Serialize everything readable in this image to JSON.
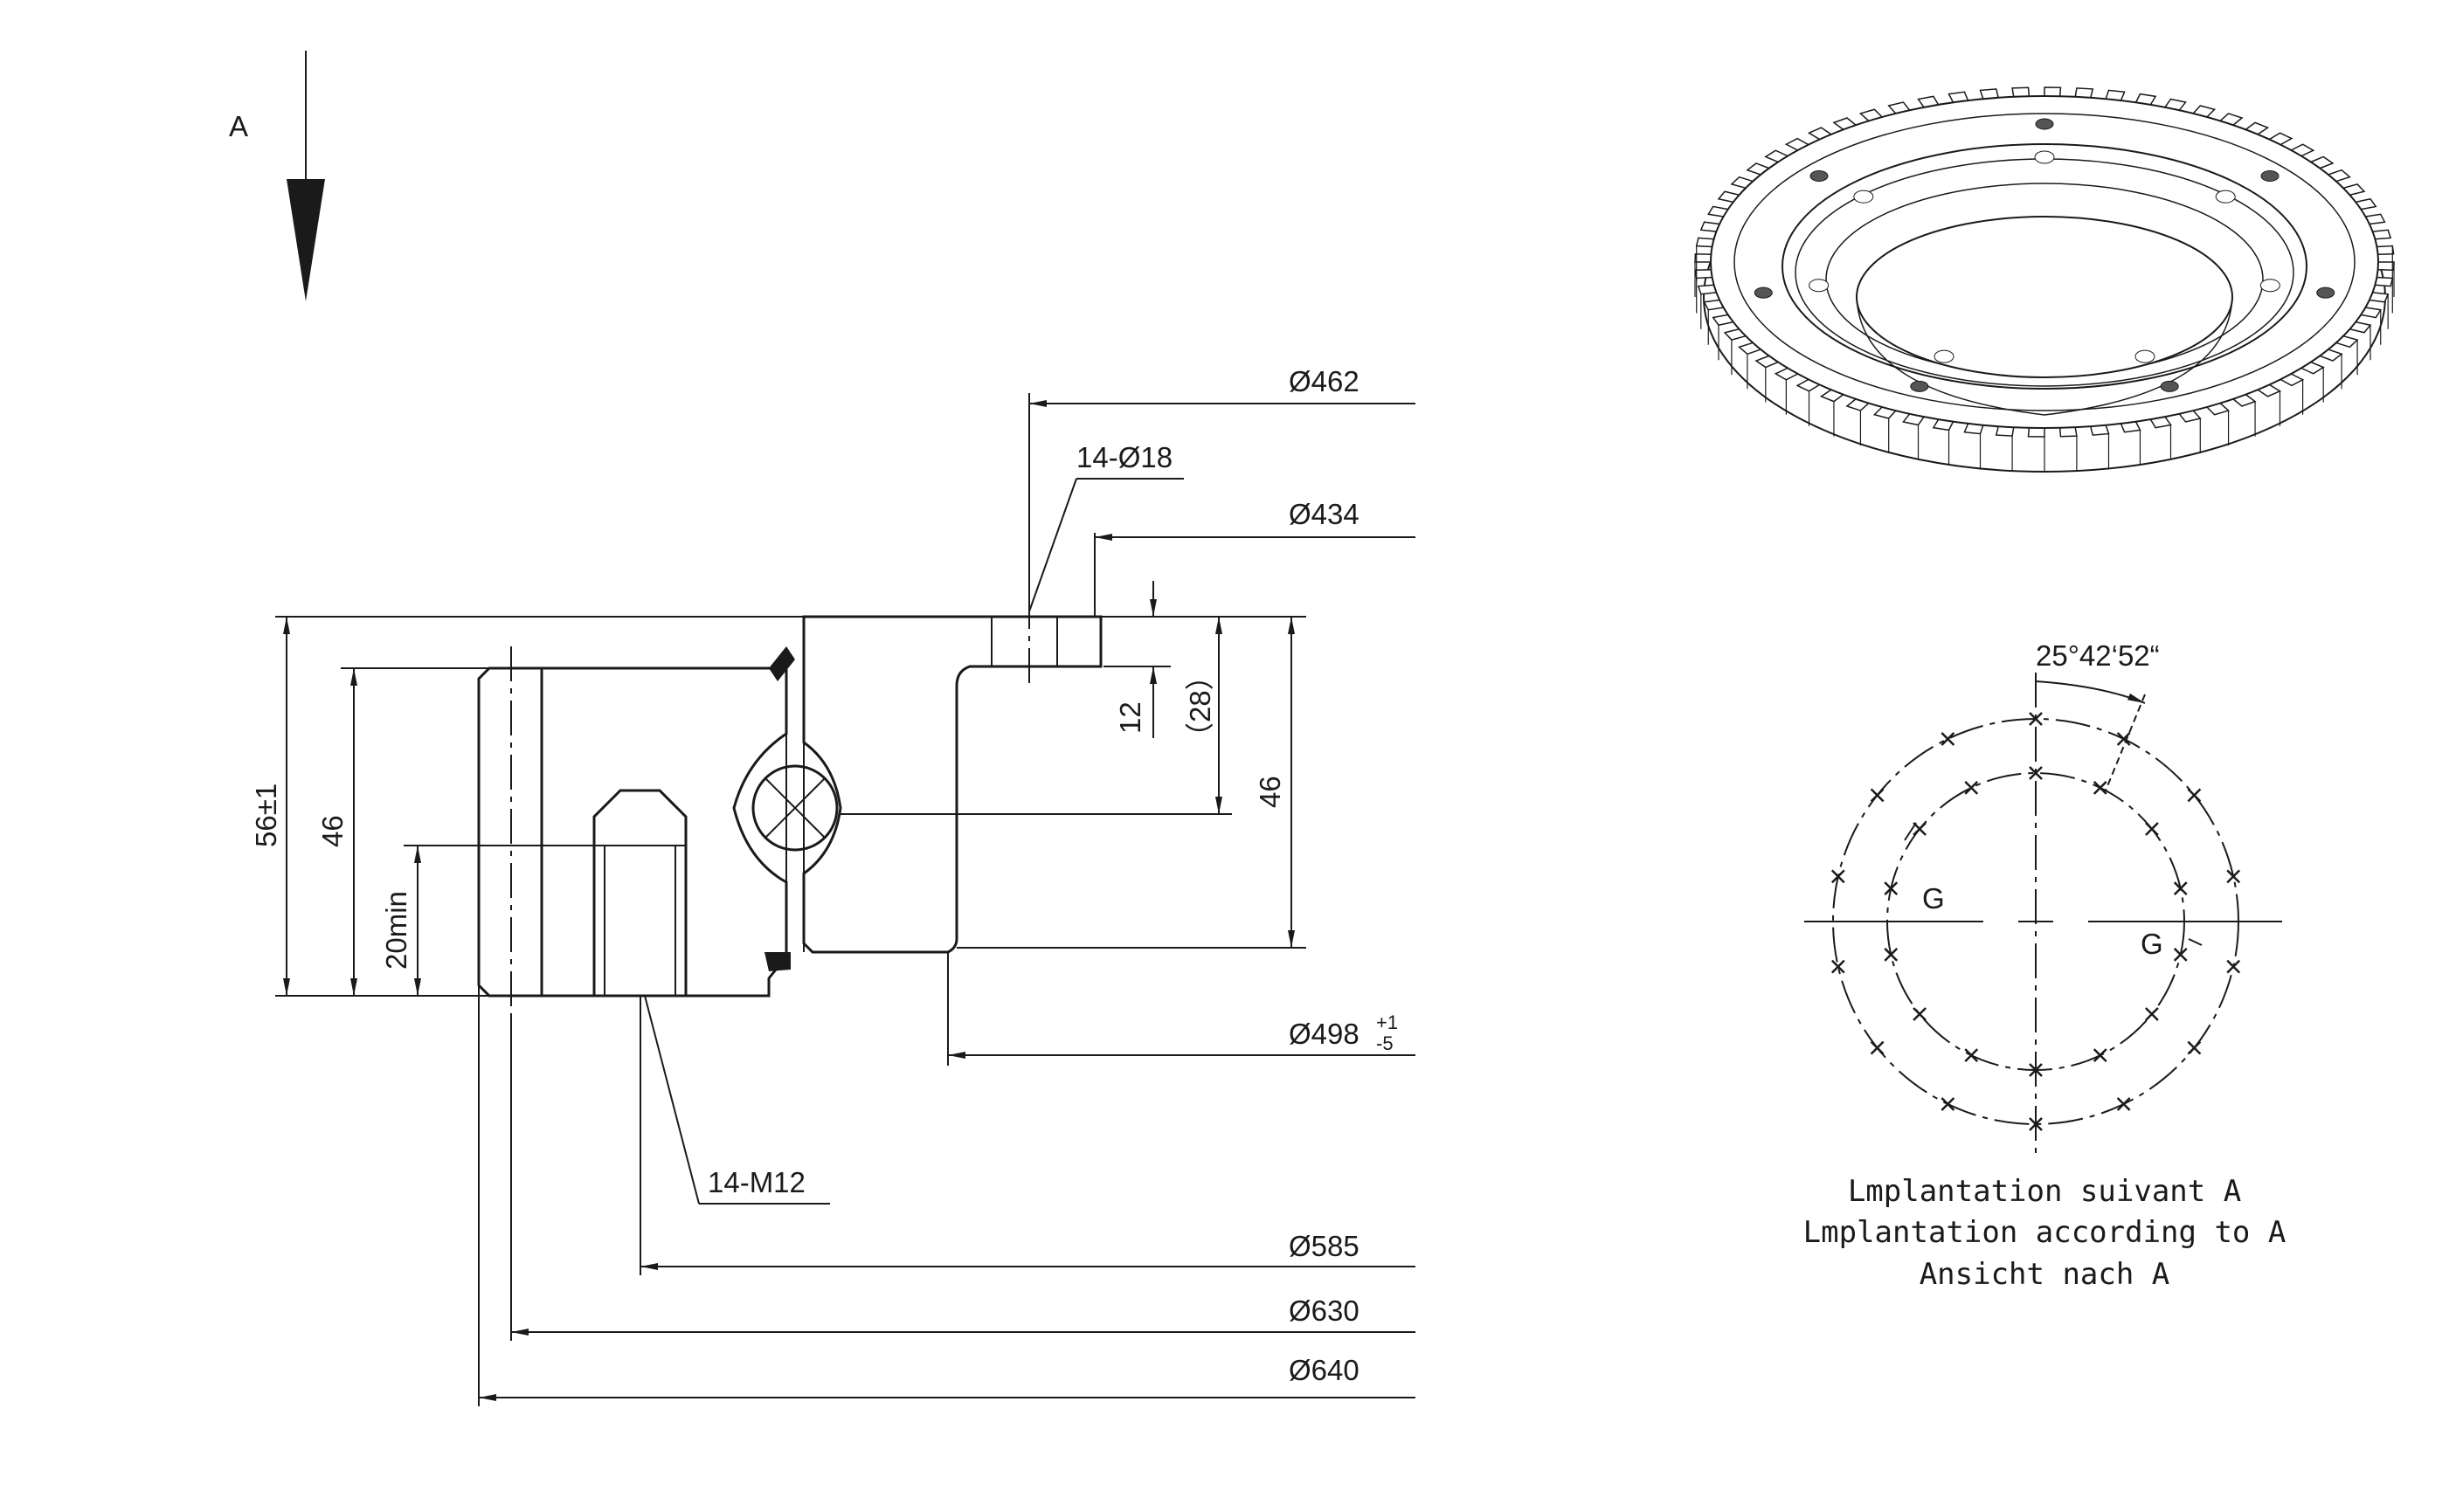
{
  "view_arrow": {
    "label": "A"
  },
  "dimensions": {
    "d462": "Ø462",
    "holes_18": "14-Ø18",
    "d434": "Ø434",
    "d12": "12",
    "d28": "（28）",
    "d46_right": "46",
    "d498": "Ø498",
    "d498_tol_upper": "+1",
    "d498_tol_lower": "-5",
    "d56": "56±1",
    "d46_left": "46",
    "d20min": "20min",
    "m12": "14-M12",
    "d585": "Ø585",
    "d630": "Ø630",
    "d640": "Ø640"
  },
  "hole_pattern": {
    "angle": "25°42‘52“",
    "label_g_left": "G",
    "label_g_right": "G",
    "outer_holes": 14,
    "inner_holes": 14
  },
  "caption": {
    "line1": "Lmplantation suivant A",
    "line2": "Lmplantation according to A",
    "line3": "Ansicht nach A"
  },
  "gear_3d": {
    "teeth": 68,
    "outer_bolt_holes": 7,
    "inner_bolt_holes": 7
  }
}
